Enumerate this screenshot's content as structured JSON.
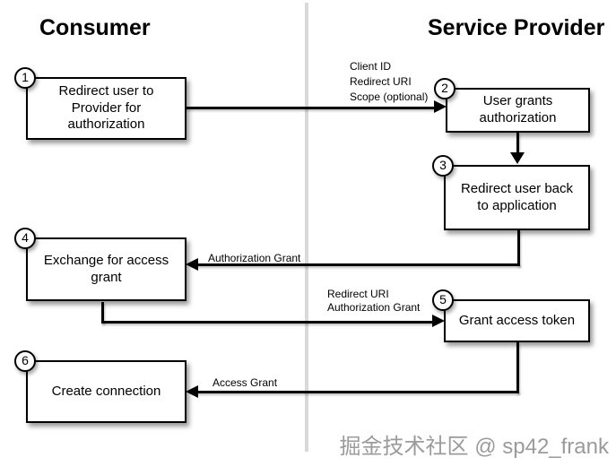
{
  "colors": {
    "background": "#ffffff",
    "box_border": "#000000",
    "box_fill": "#ffffff",
    "arrow": "#000000",
    "divider": "#d9d9d9",
    "watermark_text": "#9b9b9b"
  },
  "diagram": {
    "headers": {
      "consumer": "Consumer",
      "service_provider": "Service Provider"
    },
    "nodes": [
      {
        "number": "1",
        "label": "Redirect user to Provider for authorization"
      },
      {
        "number": "2",
        "label": "User grants authorization"
      },
      {
        "number": "3",
        "label": "Redirect user back to application"
      },
      {
        "number": "4",
        "label": "Exchange for access grant"
      },
      {
        "number": "5",
        "label": "Grant access token"
      },
      {
        "number": "6",
        "label": "Create connection"
      }
    ],
    "edges": [
      {
        "from": "1",
        "to": "2",
        "labels": [
          "Client ID",
          "Redirect URI",
          "Scope (optional)"
        ]
      },
      {
        "from": "2",
        "to": "3",
        "labels": []
      },
      {
        "from": "3",
        "to": "4",
        "labels": [
          "Authorization Grant"
        ]
      },
      {
        "from": "4",
        "to": "5",
        "labels": [
          "Redirect URI",
          "Authorization Grant"
        ]
      },
      {
        "from": "5",
        "to": "6",
        "labels": [
          "Access Grant"
        ]
      }
    ]
  },
  "watermark": "掘金技术社区 @ sp42_frank"
}
